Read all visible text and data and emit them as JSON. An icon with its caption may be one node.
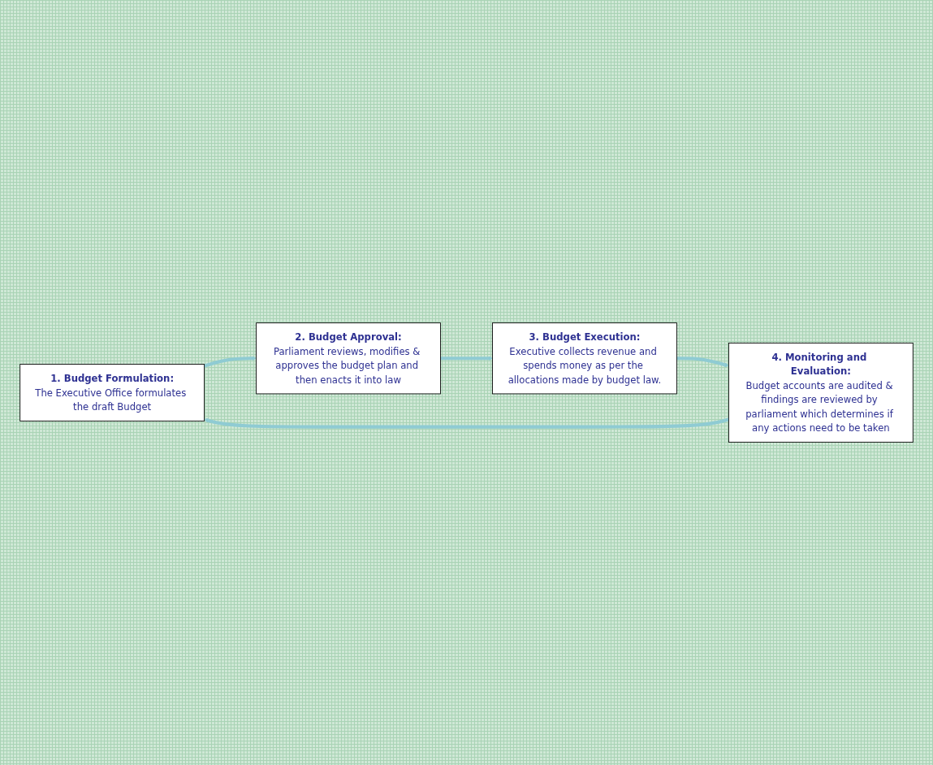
{
  "diagram": {
    "nodes": [
      {
        "text": [
          "1. Budget Formulation:",
          "The Executive Office formulates the draft Budget"
        ]
      },
      {
        "text": [
          "2. Budget Approval:",
          "Parliament reviews, modifies & approves the budget plan and then enacts it into law"
        ]
      },
      {
        "text": [
          "3. Budget Execution:",
          "Executive collects revenue and spends money as per the allocations made by budget law."
        ]
      },
      {
        "text": [
          "4. Monitoring and Evaluation:",
          "Budget accounts are audited & findings are reviewed by parliament which determines if any actions need to be taken"
        ]
      }
    ],
    "edges": [
      {
        "from": 0,
        "to": 1,
        "arrow": "to"
      },
      {
        "from": 1,
        "to": 2,
        "arrow": "to"
      },
      {
        "from": 2,
        "to": 3,
        "arrow": "to"
      },
      {
        "from": 3,
        "to": 0,
        "arrow": "to"
      }
    ]
  }
}
